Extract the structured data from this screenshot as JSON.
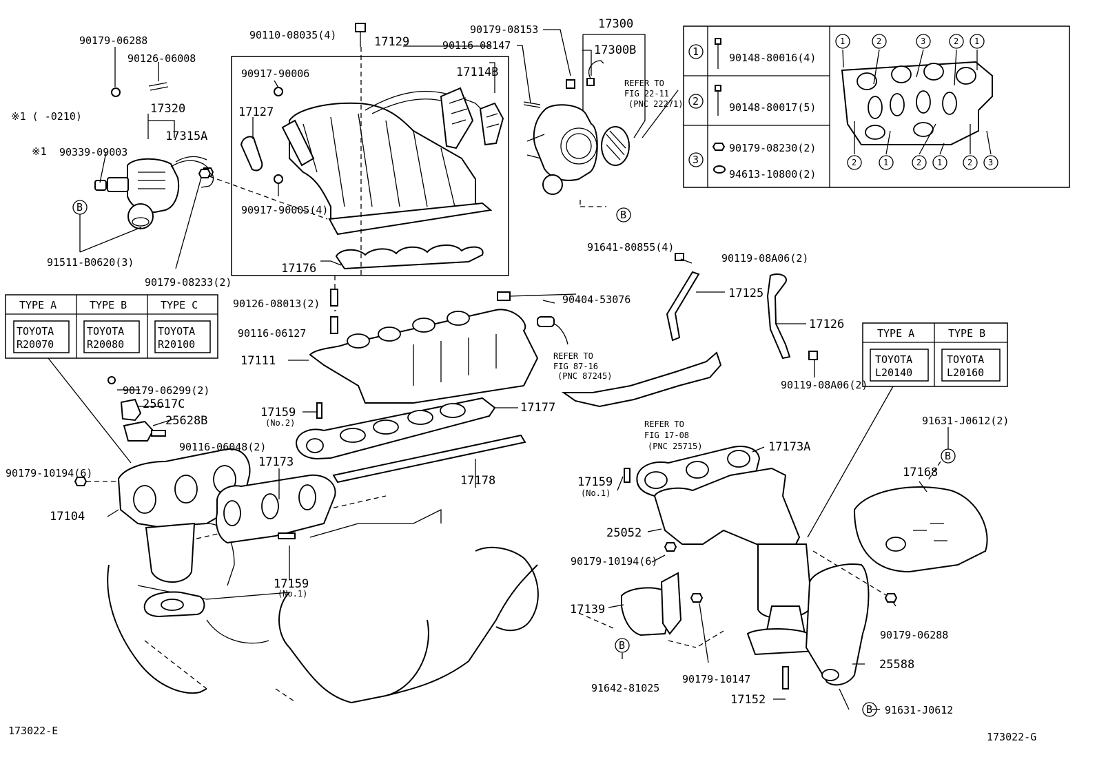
{
  "labels": {
    "p17300": "17300",
    "p17300B": "17300B",
    "p17129": "17129",
    "p17114B": "17114B",
    "p17127": "17127",
    "p17320": "17320",
    "p17315A": "17315A",
    "p17176": "17176",
    "p17111": "17111",
    "p17125": "17125",
    "p17126": "17126",
    "p17177": "17177",
    "p17178": "17178",
    "p17159a": "17159",
    "p17159a_sub": "(No.2)",
    "p17159b": "17159",
    "p17159b_sub": "(No.1)",
    "p17159c": "17159",
    "p17159c_sub": "(No.1)",
    "p17173": "17173",
    "p17173A": "17173A",
    "p17104": "17104",
    "p25617C": "25617C",
    "p25628B": "25628B",
    "p25052": "25052",
    "p17139": "17139",
    "p17168": "17168",
    "p25588": "25588",
    "p17152": "17152",
    "n90179_06288a": "90179-06288",
    "n90126_06008": "90126-06008",
    "note1_range": "※1 (    -0210)",
    "note1_mark": "※1",
    "n90339_09003": "90339-09003",
    "n91511_B0620": "91511-B0620(3)",
    "n90179_08233": "90179-08233(2)",
    "n90110_08035": "90110-08035(4)",
    "n90917_90006": "90917-90006",
    "n90917_90005": "90917-90005(4)",
    "n90179_08153": "90179-08153",
    "n90116_08147": "90116-08147",
    "ref1_a": "REFER TO",
    "ref1_b": "FIG 22-11",
    "ref1_c": "(PNC 22271)",
    "n91641_80855": "91641-80855(4)",
    "n90119_08A06a": "90119-08A06(2)",
    "n90126_08013": "90126-08013(2)",
    "n90404_53076": "90404-53076",
    "n90116_06127": "90116-06127",
    "ref2_a": "REFER TO",
    "ref2_b": "FIG 87-16",
    "ref2_c": "(PNC 87245)",
    "n90119_08A06b": "90119-08A06(2)",
    "n90179_06299": "90179-06299(2)",
    "n90116_06048": "90116-06048(2)",
    "ref3_a": "REFER TO",
    "ref3_b": "FIG 17-08",
    "ref3_c": "(PNC 25715)",
    "n90179_10194a": "90179-10194(6)",
    "n90179_10194b": "90179-10194(6)",
    "n91631_J0612a": "91631-J0612(2)",
    "n90179_06288b": "90179-06288",
    "n91642_81025": "91642-81025",
    "n90179_10147": "90179-10147",
    "n91631_J0612b": "91631-J0612",
    "b_mark": "B",
    "fig_left": "173022-E",
    "fig_right": "173022-G"
  },
  "bolt_table": {
    "rows": [
      {
        "num": "1",
        "items": [
          "90148-80016(4)"
        ]
      },
      {
        "num": "2",
        "items": [
          "90148-80017(5)"
        ]
      },
      {
        "num": "3",
        "items": [
          "90179-08230(2)",
          "94613-10800(2)"
        ]
      }
    ]
  },
  "gasket_callouts": {
    "top": [
      "1",
      "2",
      "3",
      "2",
      "1"
    ],
    "bottom": [
      "2",
      "1",
      "2",
      "1",
      "2",
      "3"
    ]
  },
  "type_table_left": {
    "headers": [
      "TYPE A",
      "TYPE B",
      "TYPE C"
    ],
    "brand": "TOYOTA",
    "codes": [
      "R20070",
      "R20080",
      "R20100"
    ]
  },
  "type_table_right": {
    "headers": [
      "TYPE A",
      "TYPE B"
    ],
    "brand": "TOYOTA",
    "codes": [
      "L20140",
      "L20160"
    ]
  }
}
